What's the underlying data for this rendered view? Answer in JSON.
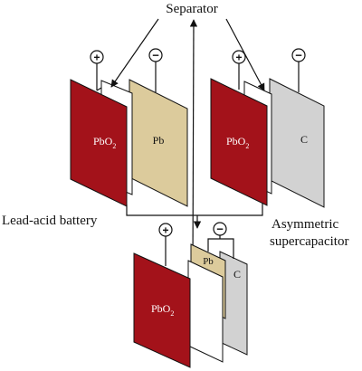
{
  "labels": {
    "separator": "Separator",
    "lead_acid": "Lead-acid battery",
    "asym_line1": "Asymmetric",
    "asym_line2": "supercapacitor"
  },
  "plates": {
    "pbo2_main": "PbO",
    "pbo2_sub": "2",
    "pb": "Pb",
    "c": "C"
  },
  "terminals": {
    "positive": "+",
    "negative": "−"
  },
  "colors": {
    "pbo2": "#a3121a",
    "pb": "#dccb9c",
    "carbon": "#d2d2d2",
    "separator": "#ffffff",
    "line": "#111111"
  }
}
